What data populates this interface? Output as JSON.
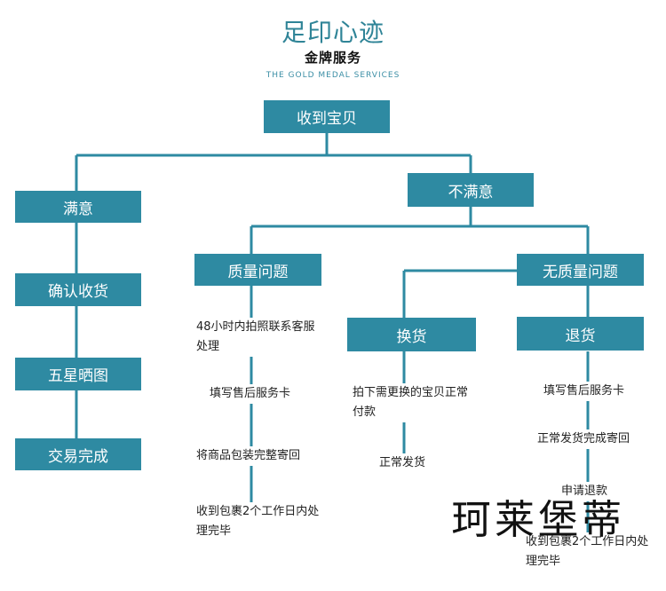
{
  "header": {
    "title": "足印心迹",
    "subtitle": "金牌服务",
    "tagline": "THE GOLD MEDAL SERVICES"
  },
  "nodes": {
    "received": "收到宝贝",
    "satisfied": "满意",
    "unsatisfied": "不满意",
    "confirm": "确认收货",
    "five_star": "五星晒图",
    "complete": "交易完成",
    "quality_issue": "质量问题",
    "no_quality_issue": "无质量问题",
    "exchange": "换货",
    "refund": "退货"
  },
  "quality_steps": [
    "48小时内拍照联系客服处理",
    "填写售后服务卡",
    "将商品包装完整寄回",
    "收到包裹2个工作日内处理完毕"
  ],
  "exchange_steps": [
    "拍下需更换的宝贝正常付款",
    "正常发货"
  ],
  "refund_steps": [
    "填写售后服务卡",
    "正常发货完成寄回",
    "申请退款",
    "收到包裹2个工作日内处理完毕"
  ],
  "watermark": "珂莱堡蒂",
  "colors": {
    "box": "#2e8aa2",
    "line": "#2e8aa2",
    "title": "#2f8497"
  }
}
